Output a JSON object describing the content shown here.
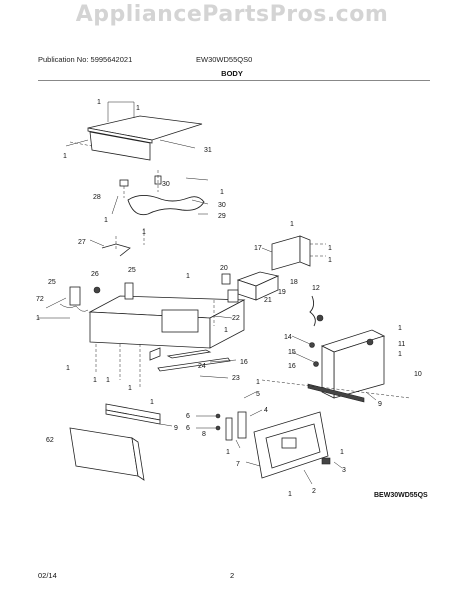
{
  "watermark": "AppliancePartsPros.com",
  "header": {
    "publication": "Publication No: 5995642021",
    "model": "EW30WD55QS0",
    "section_title": "BODY"
  },
  "diagram": {
    "model_code": "BEW30WD55QS",
    "callouts": [
      {
        "id": "c1a",
        "label": "1"
      },
      {
        "id": "c1b",
        "label": "1"
      },
      {
        "id": "c1c",
        "label": "1"
      },
      {
        "id": "c31",
        "label": "31"
      },
      {
        "id": "c28",
        "label": "28"
      },
      {
        "id": "c30a",
        "label": "30"
      },
      {
        "id": "c1d",
        "label": "1"
      },
      {
        "id": "c30b",
        "label": "30"
      },
      {
        "id": "c29",
        "label": "29"
      },
      {
        "id": "c1e",
        "label": "1"
      },
      {
        "id": "c27",
        "label": "27"
      },
      {
        "id": "c1f",
        "label": "1"
      },
      {
        "id": "c17",
        "label": "17"
      },
      {
        "id": "c1g",
        "label": "1"
      },
      {
        "id": "c1h",
        "label": "1"
      },
      {
        "id": "c1i",
        "label": "1"
      },
      {
        "id": "c26",
        "label": "26"
      },
      {
        "id": "c25a",
        "label": "25"
      },
      {
        "id": "c25b",
        "label": "25"
      },
      {
        "id": "c1j",
        "label": "1"
      },
      {
        "id": "c20",
        "label": "20"
      },
      {
        "id": "c18",
        "label": "18"
      },
      {
        "id": "c19",
        "label": "19"
      },
      {
        "id": "c12",
        "label": "12"
      },
      {
        "id": "c21",
        "label": "21"
      },
      {
        "id": "c72",
        "label": "72"
      },
      {
        "id": "c22",
        "label": "22"
      },
      {
        "id": "c1k",
        "label": "1"
      },
      {
        "id": "c1l",
        "label": "1"
      },
      {
        "id": "c1m",
        "label": "1"
      },
      {
        "id": "c14",
        "label": "14"
      },
      {
        "id": "c11",
        "label": "11"
      },
      {
        "id": "c15",
        "label": "15"
      },
      {
        "id": "c1n",
        "label": "1"
      },
      {
        "id": "c16a",
        "label": "16"
      },
      {
        "id": "c16b",
        "label": "16"
      },
      {
        "id": "c1o",
        "label": "1"
      },
      {
        "id": "c1p",
        "label": "1"
      },
      {
        "id": "c1q",
        "label": "1"
      },
      {
        "id": "c24",
        "label": "24"
      },
      {
        "id": "c10",
        "label": "10"
      },
      {
        "id": "c23",
        "label": "23"
      },
      {
        "id": "c1r",
        "label": "1"
      },
      {
        "id": "c1s",
        "label": "1"
      },
      {
        "id": "c9a",
        "label": "9"
      },
      {
        "id": "c1t",
        "label": "1"
      },
      {
        "id": "c5",
        "label": "5"
      },
      {
        "id": "c6a",
        "label": "6"
      },
      {
        "id": "c4",
        "label": "4"
      },
      {
        "id": "c6b",
        "label": "6"
      },
      {
        "id": "c9b",
        "label": "9"
      },
      {
        "id": "c8",
        "label": "8"
      },
      {
        "id": "c62",
        "label": "62"
      },
      {
        "id": "c1u",
        "label": "1"
      },
      {
        "id": "c1v",
        "label": "1"
      },
      {
        "id": "c3",
        "label": "3"
      },
      {
        "id": "c7",
        "label": "7"
      },
      {
        "id": "c2",
        "label": "2"
      },
      {
        "id": "c1w",
        "label": "1"
      }
    ]
  },
  "footer": {
    "date": "02/14",
    "page": "2"
  }
}
